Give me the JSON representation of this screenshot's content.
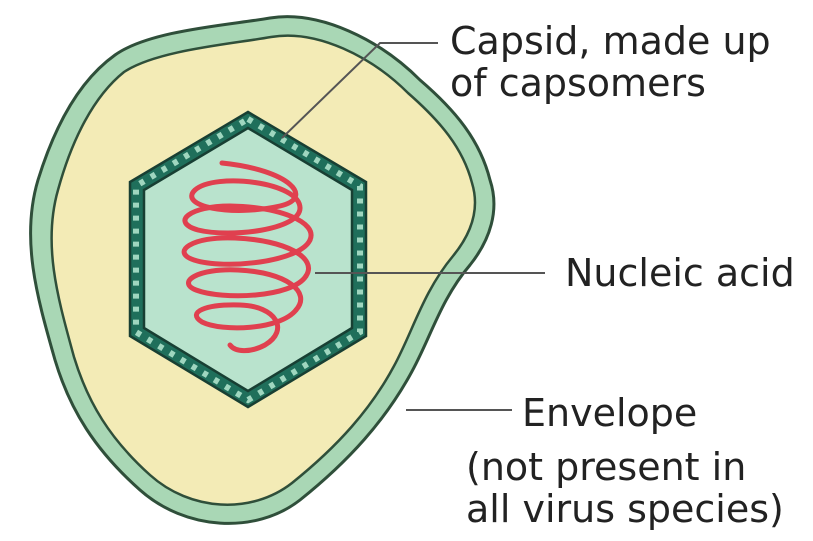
{
  "labels": {
    "capsid": [
      "Capsid, made up",
      "of capsomers"
    ],
    "nucleic_acid": [
      "Nucleic acid"
    ],
    "envelope": [
      "Envelope",
      "(not present in",
      "all virus species)"
    ]
  },
  "colors": {
    "envelope_stroke": "#2f4f3a",
    "envelope_fill": "#a9d7b5",
    "cytoplasm_fill": "#f3ebb6",
    "capsid_dark": "#1f6f5b",
    "capsid_light": "#b9e3cd",
    "nucleic_acid": "#e0404f",
    "leader": "#555555"
  }
}
